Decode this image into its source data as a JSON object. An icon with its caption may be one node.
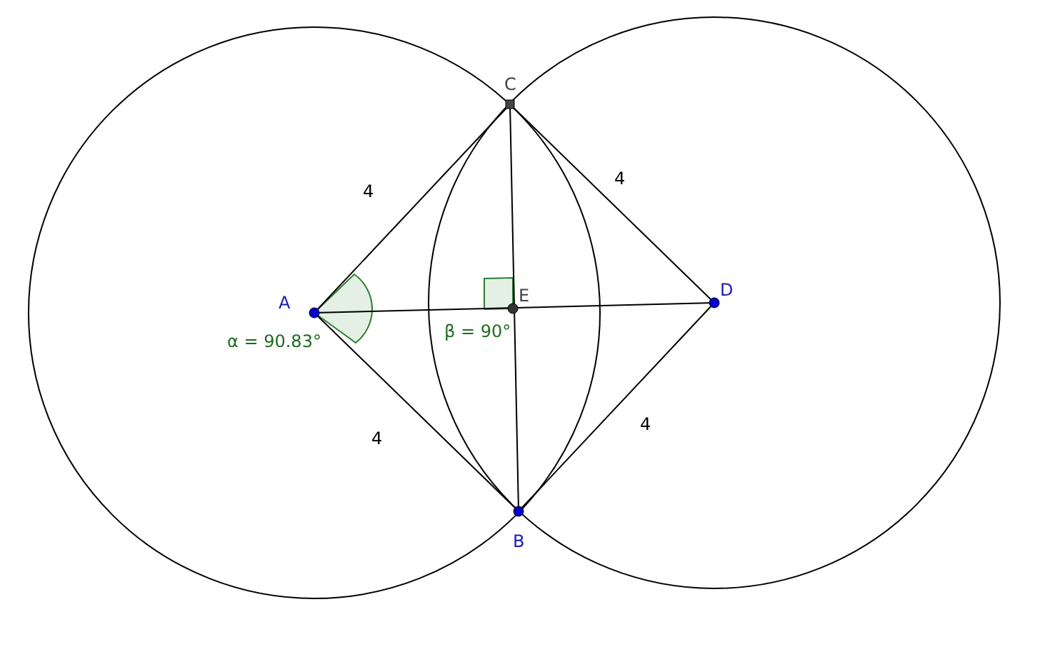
{
  "diagram": {
    "labels": [
      "C",
      "4",
      "4",
      "A",
      "E",
      "D",
      "α = 90.83°",
      "β = 90°",
      "4",
      "4",
      "B"
    ]
  }
}
